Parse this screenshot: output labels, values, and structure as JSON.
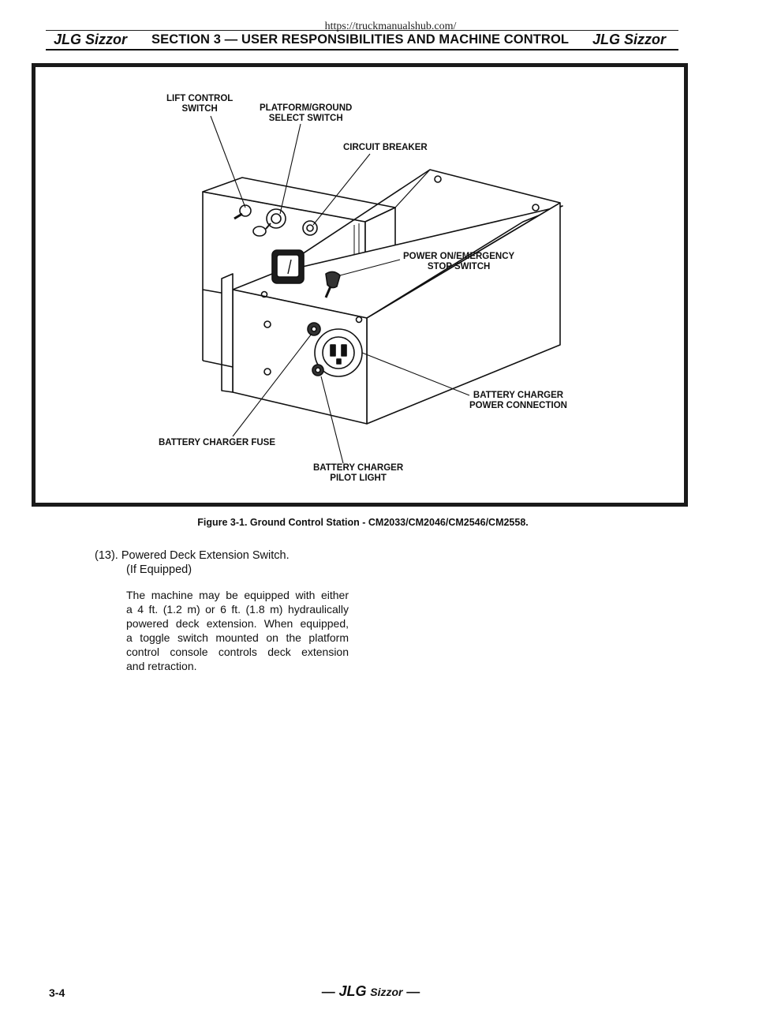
{
  "page": {
    "url": "https://truckmanualshub.com/",
    "header": {
      "brand_left": "JLG Sizzor",
      "section_title": "SECTION 3 — USER RESPONSIBILITIES AND MACHINE CONTROL",
      "brand_right": "JLG Sizzor"
    },
    "figure": {
      "labels": {
        "lift_control": "LIFT CONTROL\nSWITCH",
        "platform_ground": "PLATFORM/GROUND\nSELECT SWITCH",
        "circuit_breaker": "CIRCUIT BREAKER",
        "power_on": "POWER ON/EMERGENCY\nSTOP SWITCH",
        "battery_charger_power": "BATTERY CHARGER\nPOWER CONNECTION",
        "battery_charger_fuse": "BATTERY CHARGER FUSE",
        "battery_charger_pilot": "BATTERY CHARGER\nPILOT LIGHT"
      },
      "caption": "Figure 3-1.  Ground Control Station - CM2033/CM2046/CM2546/CM2558."
    },
    "item": {
      "title": "(13). Powered Deck Extension Switch.",
      "subtitle": "(If Equipped)",
      "body_lines": [
        "The machine may be equipped with either",
        "a 4 ft. (1.2 m) or 6 ft. (1.8 m) hydraulically",
        "powered deck extension. When equipped,",
        "a toggle switch mounted on the platform",
        "control console controls deck extension",
        "and retraction."
      ]
    },
    "footer": {
      "page_number": "3-4",
      "dash_left": "—",
      "brand": "JLG",
      "brand_suffix": "Sizzor",
      "dash_right": "—"
    }
  }
}
